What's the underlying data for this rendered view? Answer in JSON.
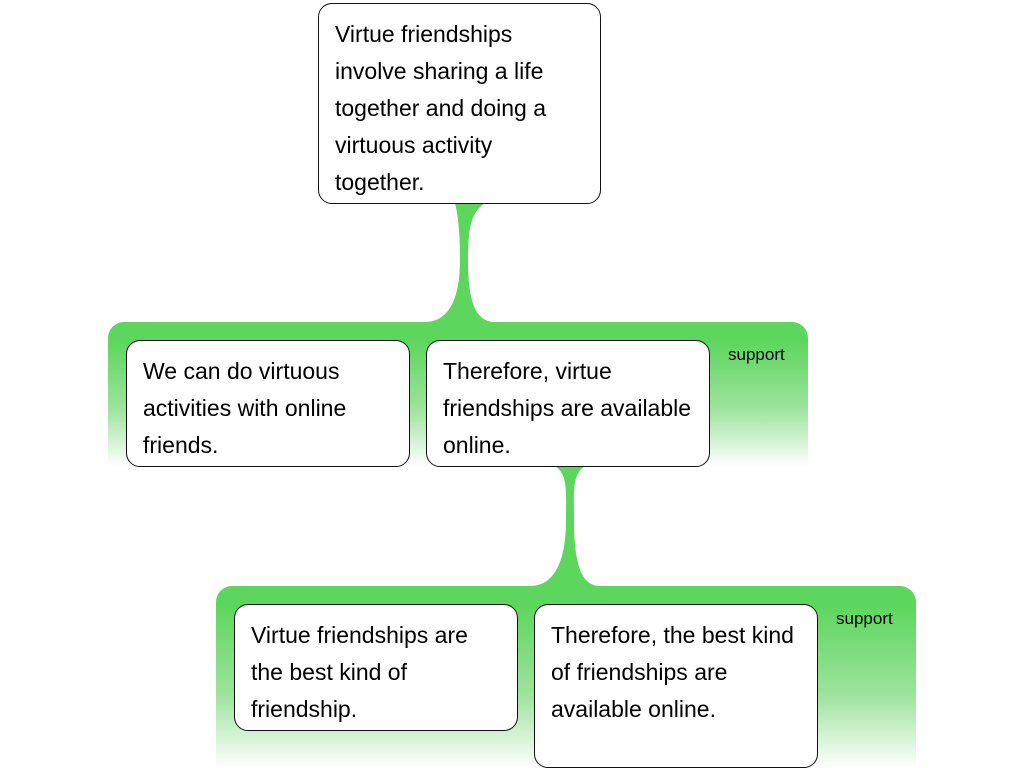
{
  "colors": {
    "support": "#5cd65c",
    "border": "#111111"
  },
  "claim": {
    "text": "Virtue friendships involve sharing a life together and doing a virtuous activity together."
  },
  "groups": [
    {
      "label": "support",
      "premises": [
        {
          "text": "We can do virtuous activities with online friends."
        },
        {
          "text": "Therefore, virtue friendships are available online."
        }
      ]
    },
    {
      "label": "support",
      "premises": [
        {
          "text": "Virtue friendships are the best kind of friendship."
        },
        {
          "text": "Therefore, the best kind of friendships are available online."
        }
      ]
    }
  ]
}
